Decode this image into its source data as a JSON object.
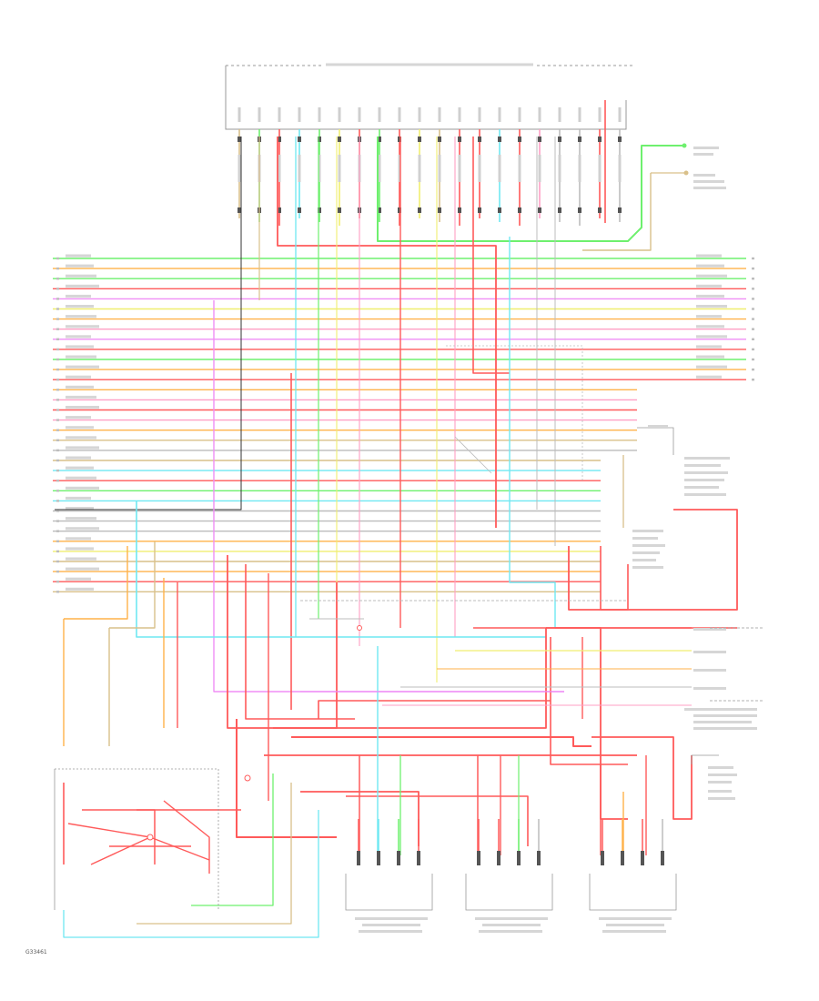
{
  "figure_number": "G33461",
  "colors": {
    "red": "#ff5a5a",
    "pink": "#ff9fc4",
    "orange": "#ffb24a",
    "yellow": "#f0ee70",
    "green": "#6ef06e",
    "cyan": "#6fe8f2",
    "violet": "#f08ef6",
    "tan": "#d9c08a",
    "gray": "#bcbcbc",
    "black": "#333333"
  },
  "harness_lines": [
    {
      "color": "green"
    },
    {
      "color": "orange"
    },
    {
      "color": "green"
    },
    {
      "color": "red"
    },
    {
      "color": "violet"
    },
    {
      "color": "yellow"
    },
    {
      "color": "orange"
    },
    {
      "color": "pink"
    },
    {
      "color": "violet"
    },
    {
      "color": "red"
    },
    {
      "color": "green"
    },
    {
      "color": "orange"
    },
    {
      "color": "red"
    },
    {
      "color": "orange"
    },
    {
      "color": "pink"
    },
    {
      "color": "red"
    },
    {
      "color": "pink"
    },
    {
      "color": "orange"
    },
    {
      "color": "tan"
    },
    {
      "color": "gray"
    },
    {
      "color": "tan"
    },
    {
      "color": "cyan"
    },
    {
      "color": "red"
    },
    {
      "color": "green"
    },
    {
      "color": "cyan"
    },
    {
      "color": "gray"
    },
    {
      "color": "gray"
    },
    {
      "color": "gray"
    },
    {
      "color": "orange"
    },
    {
      "color": "yellow"
    },
    {
      "color": "tan"
    },
    {
      "color": "orange"
    },
    {
      "color": "red"
    },
    {
      "color": "tan"
    }
  ],
  "module_pins": [
    {
      "color": "tan"
    },
    {
      "color": "green"
    },
    {
      "color": "red"
    },
    {
      "color": "cyan"
    },
    {
      "color": "green"
    },
    {
      "color": "yellow"
    },
    {
      "color": "red"
    },
    {
      "color": "green"
    },
    {
      "color": "red"
    },
    {
      "color": "yellow"
    },
    {
      "color": "tan"
    },
    {
      "color": "red"
    },
    {
      "color": "red"
    },
    {
      "color": "cyan"
    },
    {
      "color": "red"
    },
    {
      "color": "pink"
    },
    {
      "color": "gray"
    },
    {
      "color": "gray"
    },
    {
      "color": "red"
    },
    {
      "color": "gray"
    }
  ],
  "lower_connectors": [
    {
      "pins": [
        "red",
        "cyan",
        "green",
        "red"
      ]
    },
    {
      "pins": [
        "red",
        "red",
        "green",
        "gray"
      ]
    },
    {
      "pins": [
        "red",
        "orange",
        "red",
        "gray"
      ]
    }
  ]
}
